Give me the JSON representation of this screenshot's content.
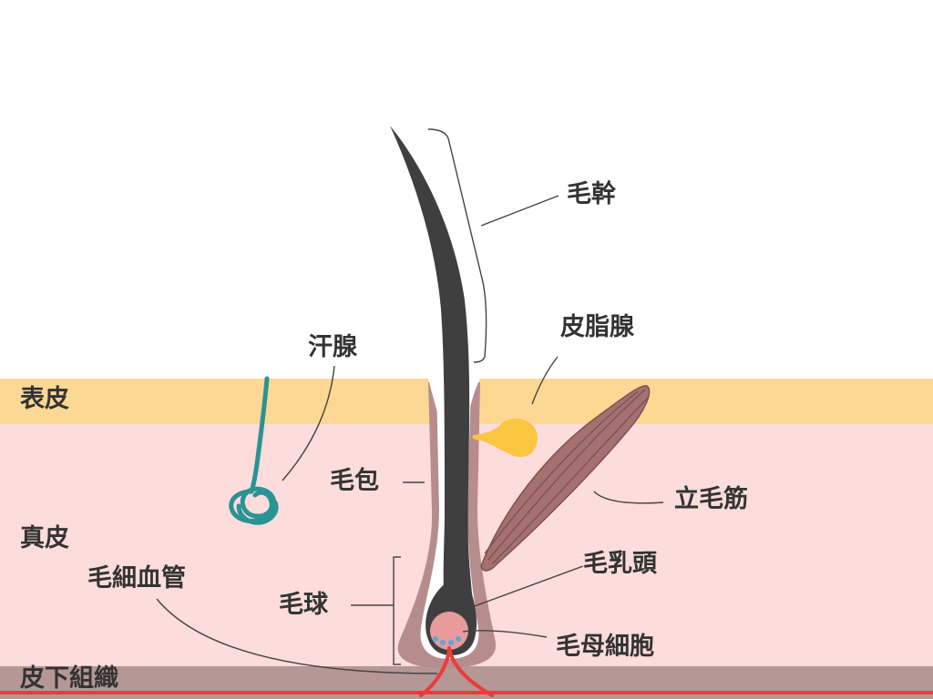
{
  "layers": {
    "epidermis": "表皮",
    "dermis": "真皮",
    "subcutis": "皮下組織"
  },
  "parts": {
    "hair_shaft": "毛幹",
    "sebaceous_gland": "皮脂腺",
    "sweat_gland": "汗腺",
    "follicle": "毛包",
    "arrector_pili": "立毛筋",
    "dermal_papilla": "毛乳頭",
    "hair_bulb": "毛球",
    "hair_matrix_cells": "毛母細胞",
    "capillaries": "毛細血管"
  },
  "colors": {
    "epidermis": "#fdd894",
    "dermis": "#fddcdc",
    "subcutis": "#b59796",
    "follicle": "#b68d8c",
    "hair": "#3f3f3f",
    "sebaceous": "#fcc53f",
    "sweat_gland": "#2a9393",
    "muscle": "#a47170",
    "blood": "#ee3a3a",
    "papilla": "#e99a9a",
    "matrix_dots": "#5aa7e0",
    "leader": "#444444"
  }
}
